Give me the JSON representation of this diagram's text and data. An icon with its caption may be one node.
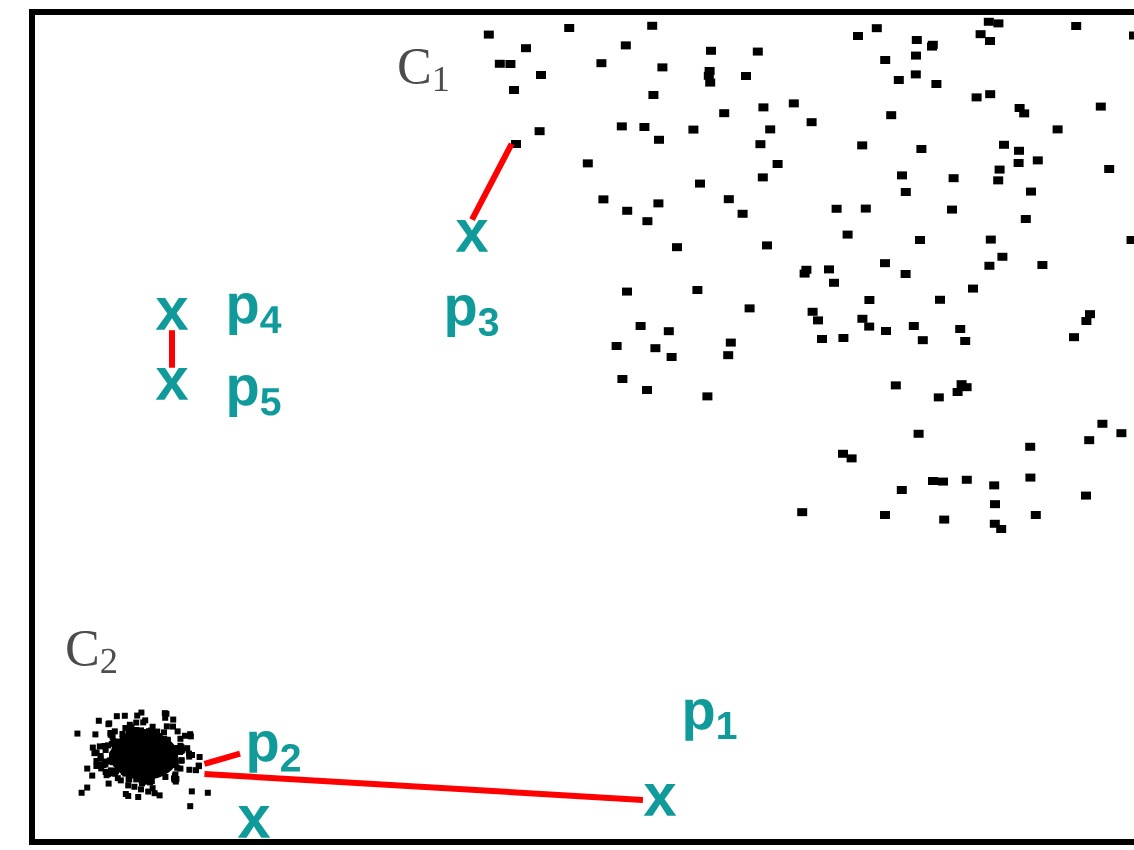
{
  "diagram": {
    "nodes": [
      {
        "text": [],
        "shape": "picture",
        "beside": [
          "C$_{1}$"
        ]
      },
      {
        "text": [
          "x"
        ]
      },
      {
        "text": [
          "x"
        ],
        "beside": [
          "p$_{4}$"
        ]
      },
      {
        "text": [
          "x"
        ],
        "beside": [
          "p$_{5}$"
        ]
      },
      {
        "text": [],
        "shape": "picture",
        "beside": [
          "C$_{2}$"
        ]
      },
      {
        "text": [
          "x"
        ],
        "beside": [
          "p$_{1}$"
        ]
      },
      {
        "text": [
          "x"
        ],
        "beside": [
          "p$_{2}$"
        ]
      }
    ],
    "edges": [
      {
        "from": 1,
        "to": 0,
        "arrow": "none"
      },
      {
        "from": 2,
        "to": 3,
        "arrow": "none"
      },
      {
        "from": 5,
        "to": 4,
        "arrow": "none"
      },
      {
        "from": 6,
        "to": 4,
        "arrow": "none"
      }
    ],
    "labels": [
      "p$_{3}$"
    ]
  }
}
